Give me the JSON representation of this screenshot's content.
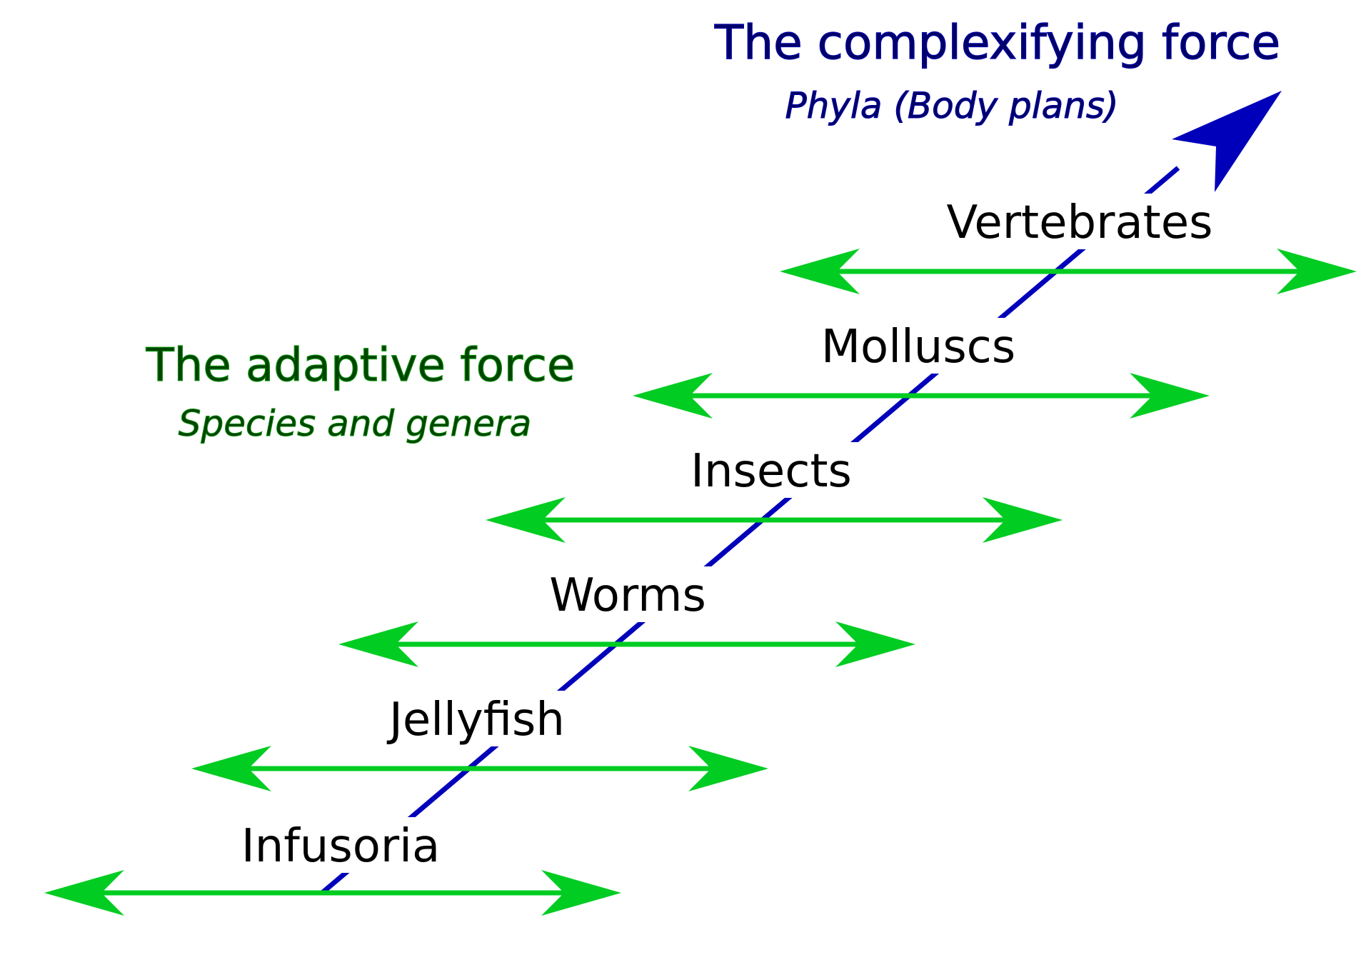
{
  "complexifying": {
    "title": "The complexifying force",
    "subtitle": "Phyla (Body plans)",
    "color": "#0000bb",
    "title_color": "#000066"
  },
  "adaptive": {
    "title": "The adaptive force",
    "subtitle": "Species and genera",
    "color": "#00cc22",
    "title_color": "#004400"
  },
  "levels": [
    {
      "label": "Infusoria"
    },
    {
      "label": "Jellyfish"
    },
    {
      "label": "Worms"
    },
    {
      "label": "Insects"
    },
    {
      "label": "Molluscs"
    },
    {
      "label": "Vertebrates"
    }
  ]
}
